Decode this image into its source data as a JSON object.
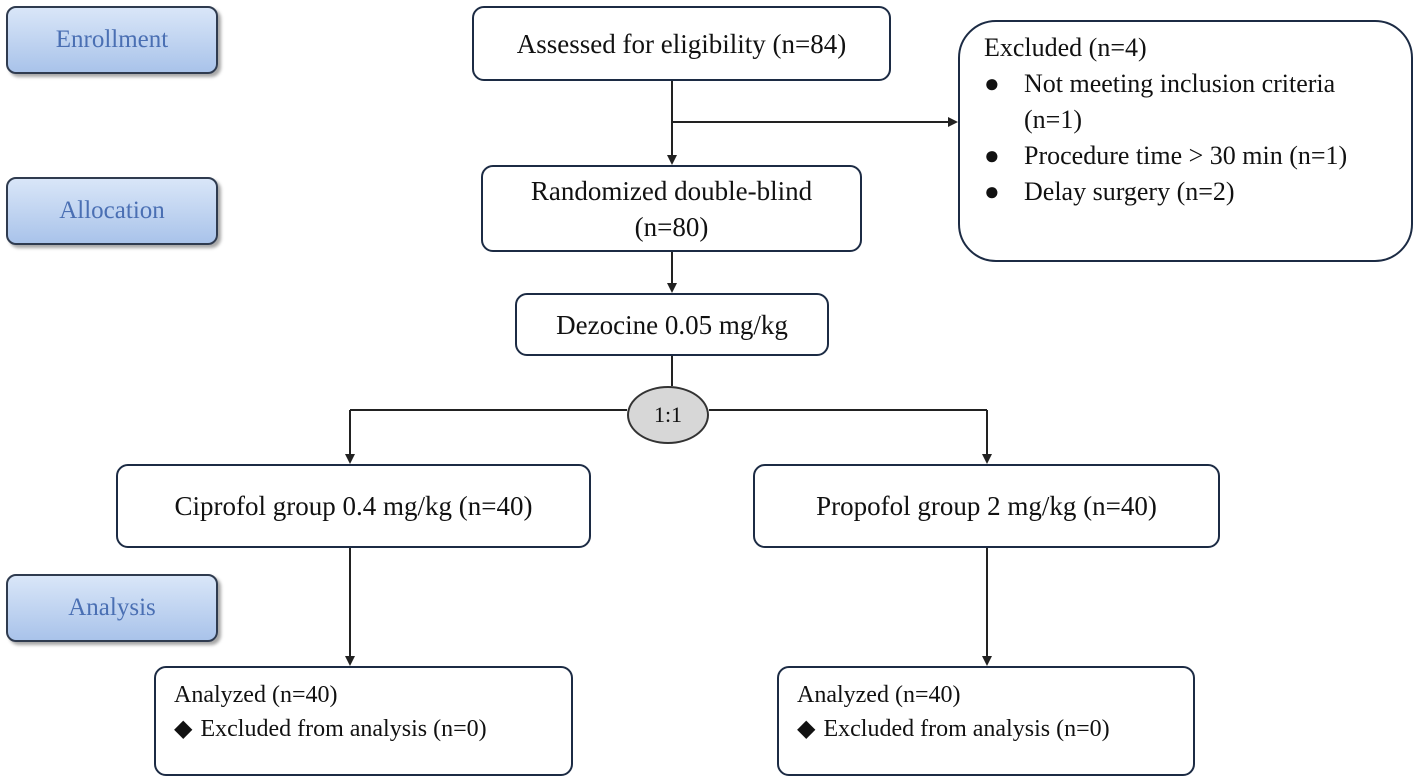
{
  "stages": {
    "enrollment": "Enrollment",
    "allocation": "Allocation",
    "analysis": "Analysis"
  },
  "boxes": {
    "assessed": "Assessed for eligibility (n=84)",
    "randomized_line1": "Randomized double-blind",
    "randomized_line2": "(n=80)",
    "dezocine": "Dezocine  0.05 mg/kg",
    "ratio": "1:1",
    "ciprofol": "Ciprofol group  0.4 mg/kg (n=40)",
    "propofol": "Propofol group 2 mg/kg (n=40)"
  },
  "excluded": {
    "title": "Excluded (n=4)",
    "bullet_glyph": "●",
    "items": [
      "Not meeting inclusion criteria (n=1)",
      "Procedure time > 30 min (n=1)",
      "Delay surgery (n=2)"
    ]
  },
  "analysis_left": {
    "title": "Analyzed (n=40)",
    "glyph": "◆",
    "excluded": "Excluded from analysis (n=0)"
  },
  "analysis_right": {
    "title": "Analyzed (n=40)",
    "glyph": "◆",
    "excluded": "Excluded from analysis (n=0)"
  },
  "colors": {
    "stage_fill": "#a9c3ea",
    "stage_text": "#4a6fb3",
    "box_border": "#1c2b44",
    "line": "#222222",
    "ratio_fill": "#d7d7d7"
  }
}
